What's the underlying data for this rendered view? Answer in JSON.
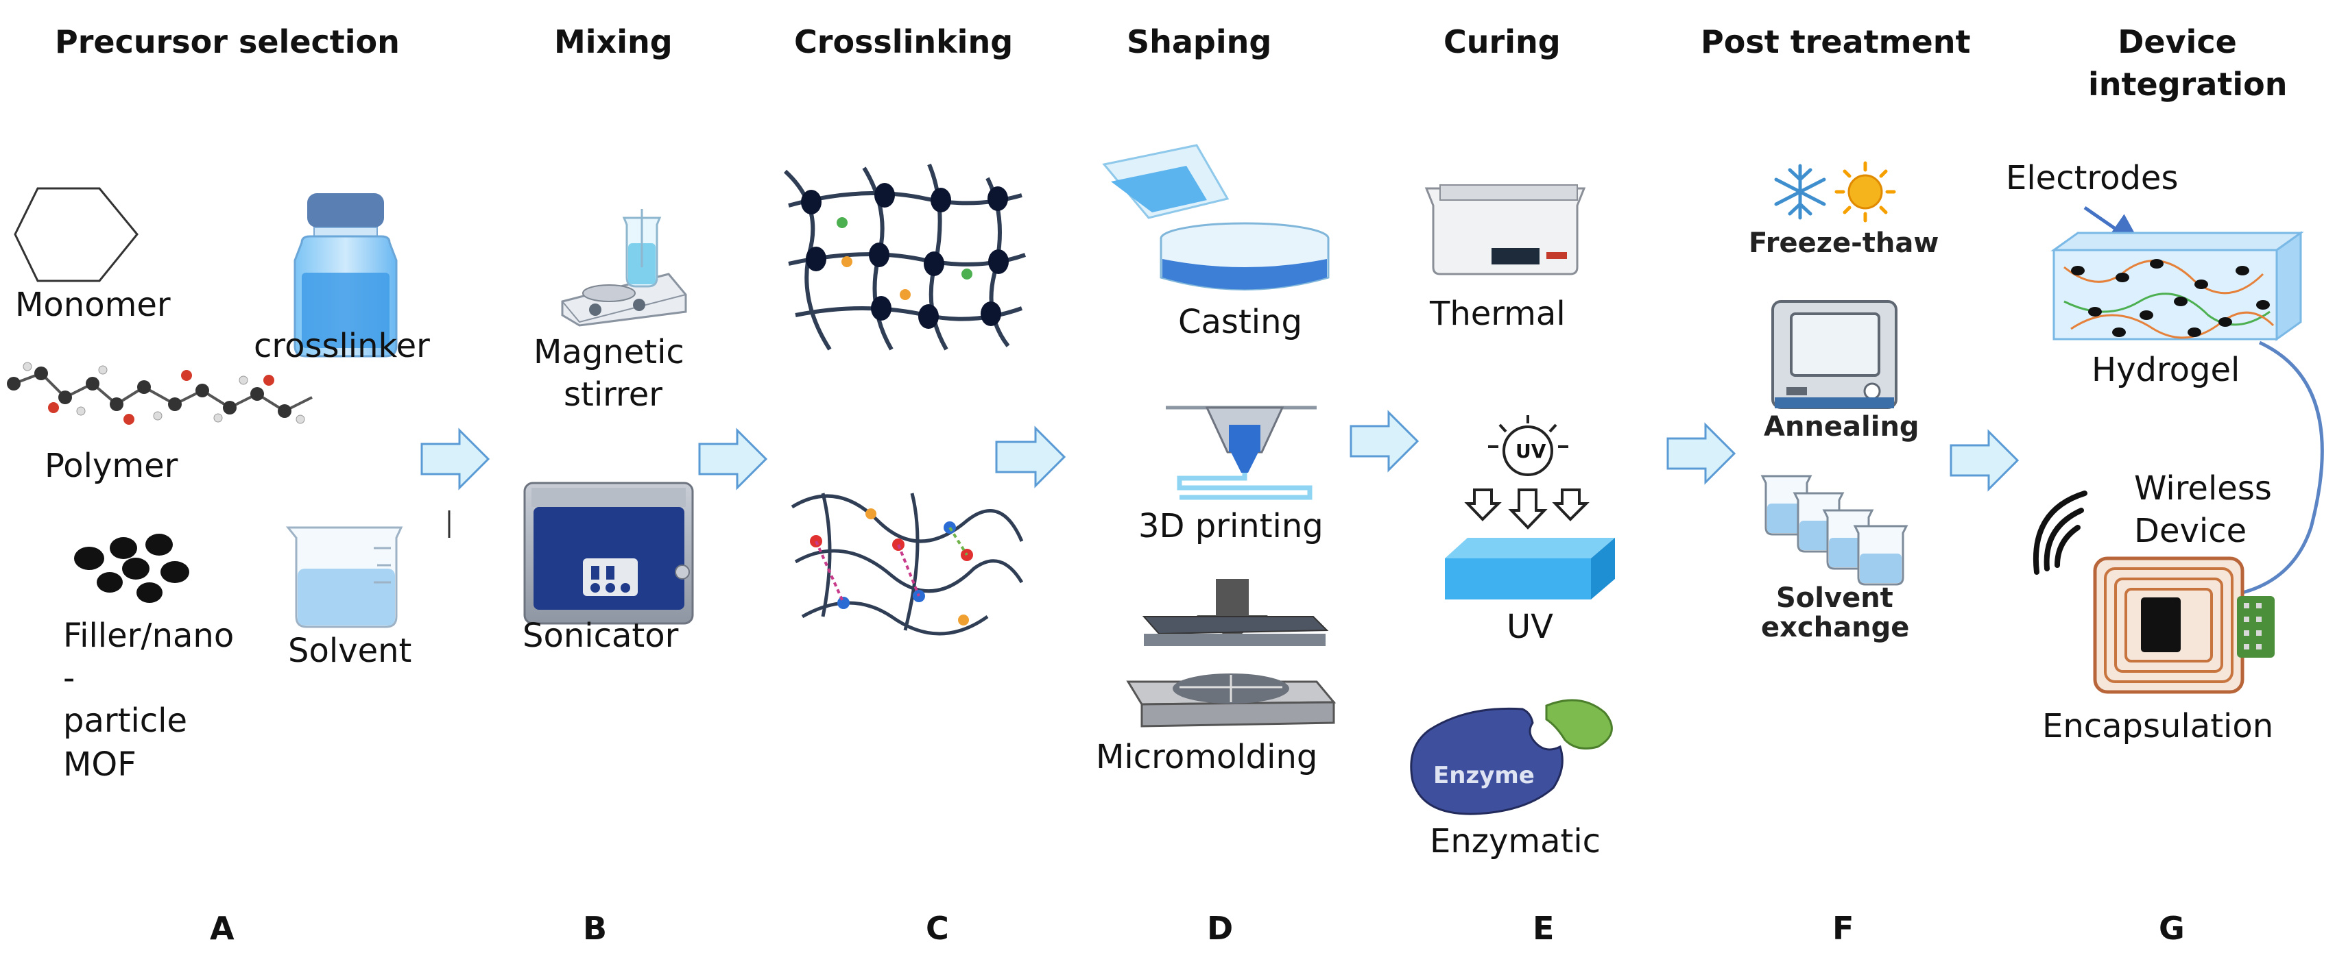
{
  "stages": [
    {
      "title": "Precursor selection",
      "letter": "A"
    },
    {
      "title": "Mixing",
      "letter": "B"
    },
    {
      "title": "Crosslinking",
      "letter": "C"
    },
    {
      "title": "Shaping",
      "letter": "D"
    },
    {
      "title": "Curing",
      "letter": "E"
    },
    {
      "title": "Post treatment",
      "letter": "F"
    },
    {
      "title": "Device integration",
      "letter": "G"
    }
  ],
  "precursor": {
    "monomer": "Monomer",
    "crosslinker": "crosslinker",
    "polymer": "Polymer",
    "filler": [
      "Filler/nano",
      "-",
      "particle",
      "MOF"
    ],
    "solvent": "Solvent"
  },
  "mixing": {
    "magnetic": [
      "Magnetic",
      "stirrer"
    ],
    "sonicator": "Sonicator"
  },
  "shaping": {
    "casting": "Casting",
    "printing": "3D printing",
    "micromolding": "Micromolding"
  },
  "curing": {
    "thermal": "Thermal",
    "uv_lamp": "UV",
    "uv": "UV",
    "enzyme_text": "Enzyme",
    "enzymatic": "Enzymatic"
  },
  "post": {
    "freeze": "Freeze-thaw",
    "annealing": "Annealing",
    "solvent_exchange": [
      "Solvent",
      "exchange"
    ]
  },
  "device": {
    "electrodes": "Electrodes",
    "hydrogel": "Hydrogel",
    "wireless": [
      "Wireless",
      "Device"
    ],
    "encapsulation": "Encapsulation"
  },
  "colors": {
    "arrow_fill": "#d9f1fb",
    "arrow_stroke": "#5b9bd5",
    "liquid_blue": "#5aa9f0",
    "uv_block": "#3fb0f0",
    "enzyme": "#3e4f9e",
    "substrate": "#7dbb4f"
  }
}
